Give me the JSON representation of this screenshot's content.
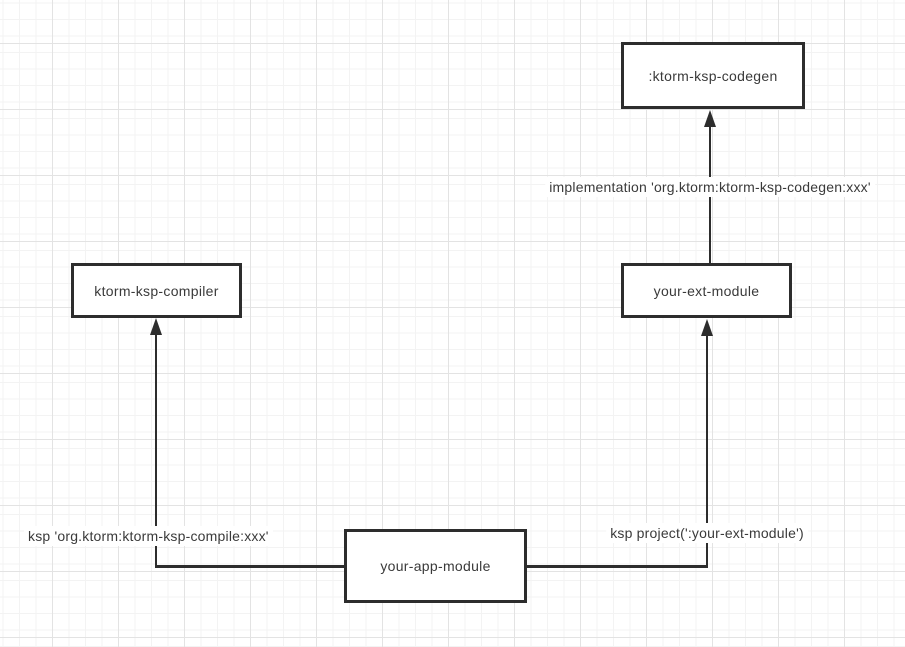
{
  "colors": {
    "stroke": "#2d2d2d",
    "text": "#3a3a3a",
    "background": "#ffffff",
    "grid_minor": "#f3f3f3",
    "grid_major": "#e3e3e3"
  },
  "diagram": {
    "nodes": {
      "codegen": {
        "label": ":ktorm-ksp-codegen"
      },
      "compiler": {
        "label": "ktorm-ksp-compiler"
      },
      "ext": {
        "label": "your-ext-module"
      },
      "app": {
        "label": "your-app-module"
      }
    },
    "edges": {
      "ext_to_codegen": {
        "label": "implementation 'org.ktorm:ktorm-ksp-codegen:xxx'"
      },
      "app_to_compiler": {
        "label": "ksp 'org.ktorm:ktorm-ksp-compile:xxx'"
      },
      "app_to_ext": {
        "label": "ksp project(':your-ext-module')"
      }
    }
  }
}
